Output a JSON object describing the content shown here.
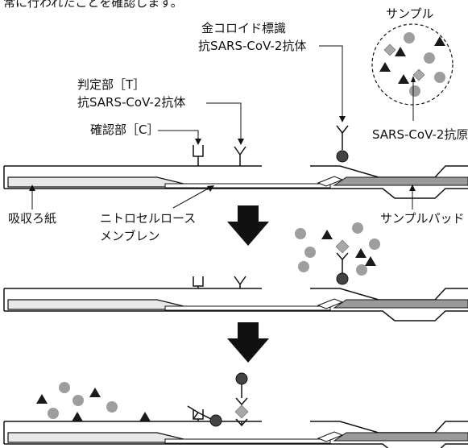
{
  "figure": {
    "top_text": "常に行われたことを確認します。",
    "labels": {
      "sample": "サンプル",
      "gold_colloid_line1": "金コロイド標識",
      "gold_colloid_line2": "抗SARS-CoV-2抗体",
      "test_line1": "判定部［T］",
      "test_line2": "抗SARS-CoV-2抗体",
      "control": "確認部［C］",
      "antigen": "SARS-CoV-2抗原",
      "absorbent": "吸収ろ紙",
      "membrane_line1": "ニトロセルロース",
      "membrane_line2": "メンブレン",
      "sample_pad": "サンプルパッド"
    }
  },
  "colors": {
    "circle": "#9e9e9e",
    "triangle": "#1a1a1a",
    "diamond": "#a8a8a8",
    "gold_particle": "#444444",
    "pad_fill": "#9a9a9a",
    "arrow": "#111111"
  }
}
